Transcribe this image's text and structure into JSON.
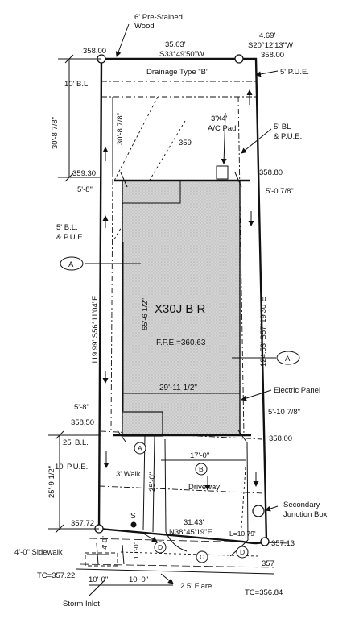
{
  "annotations": {
    "wood_fence_1": "6' Pre-Stained",
    "wood_fence_2": "Wood",
    "top_elev_left": "358.00",
    "top_dist": "35.03'",
    "top_bearing": "S33°49'50\"W",
    "tr_dist": "4.69'",
    "tr_bearing": "S20°12'13\"W",
    "top_elev_right": "358.00",
    "drainage": "Drainage Type \"B\"",
    "pue_top": "5' P.U.E.",
    "bl_top": "10' B.L.",
    "dim_left_outer": "30'-8 7/8\"",
    "dim_left_inner": "30'-8 7/8\"",
    "ac_pad_1": "3'X4'",
    "ac_pad_2": "A/C Pad",
    "contour_359": "359",
    "bl_right_1": "5' BL",
    "bl_right_2": "& P.U.E.",
    "elev_359_30": "359.30",
    "elev_358_80": "358.80",
    "setback_5_8_top": "5'-8\"",
    "setback_5_0_78": "5'-0 7/8\"",
    "bl_left_1": "5' B.L.",
    "bl_left_2": "& P.U.E.",
    "marker_a_left": "A",
    "marker_a_right": "A",
    "left_line": "119.99'  S56°11'04\"E",
    "right_line": "124.53'  S57°19'30\"E",
    "house_depth": "65'-6 1/2\"",
    "house_code": "X30J B R",
    "ffe": "F.F.E.=360.63",
    "house_width": "29'-11 1/2\"",
    "electric_panel": "Electric Panel",
    "setback_5_8_bottom": "5'-8\"",
    "setback_5_10_78": "5'-10 7/8\"",
    "elev_358_50": "358.50",
    "bl_25": "25' B.L.",
    "elev_358_00_right": "358.00",
    "marker_a_walk": "A",
    "dim_17_0": "17'-0\"",
    "marker_b": "B",
    "walk_3": "3' Walk",
    "dim_25_0": "25'-0\"",
    "pue_10": "10' P.U.E.",
    "dim_25_9": "25'-9 1/2\"",
    "driveway": "Driveway",
    "secondary_1": "Secondary",
    "secondary_2": "Junction Box",
    "elev_357_72": "357.72",
    "sewer_s": "S",
    "front_dist": "31.43'",
    "front_bearing": "N38°45'19\"E",
    "arc_length": "L=10.79'",
    "elev_357_13": "357.13",
    "sidewalk_4": "4'-0\" Sidewalk",
    "dim_4_0": "4'-0\"",
    "dim_10_0_v": "10'-0\"",
    "marker_d_left": "D",
    "marker_c": "C",
    "marker_d_right": "D",
    "contour_357": "357",
    "tc_left": "TC=357.22",
    "dim_10_0_a": "10'-0\"",
    "dim_10_0_b": "10'-0\"",
    "flare": "2.5' Flare",
    "tc_right": "TC=356.84",
    "storm_inlet": "Storm Inlet"
  }
}
